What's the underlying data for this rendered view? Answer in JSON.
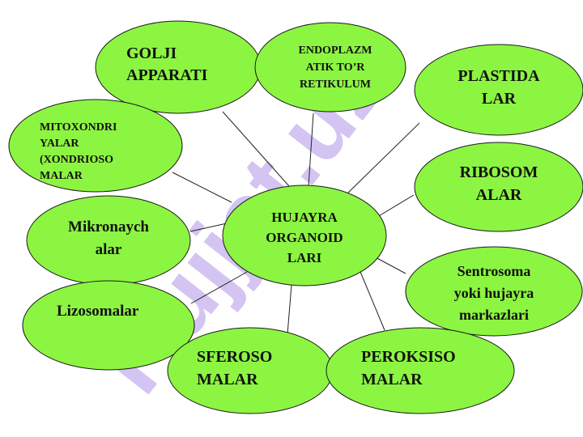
{
  "colors": {
    "node_fill": "#8cf542",
    "node_stroke": "#1a1a1a",
    "connector": "#222222",
    "watermark": "#d4c4f2"
  },
  "watermark": {
    "text": "Hujjat.uz",
    "color": "#d4c4f2"
  },
  "center": {
    "lines": [
      "HUJAYRA",
      "ORGANOID",
      "LARI"
    ]
  },
  "nodes": [
    {
      "id": "golji",
      "lines": [
        "GOLJI",
        "APPARATI"
      ]
    },
    {
      "id": "endoplazm",
      "lines": [
        "ENDOPLAZM",
        "ATIK TO’R",
        "RETIKULUM"
      ]
    },
    {
      "id": "plastida",
      "lines": [
        "PLASTIDA",
        "LAR"
      ]
    },
    {
      "id": "mitoxondri",
      "lines": [
        "MITOXONDRI",
        "YALAR",
        "(XONDRIOSO",
        "MALAR"
      ]
    },
    {
      "id": "ribosom",
      "lines": [
        "RIBOSOM",
        "ALAR"
      ]
    },
    {
      "id": "mikronay",
      "lines": [
        "Mikronaych",
        "alar"
      ]
    },
    {
      "id": "sentrosoma",
      "lines": [
        "Sentrosoma",
        "yoki hujayra",
        "markazlari"
      ]
    },
    {
      "id": "lizosoma",
      "lines": [
        "Lizosomalar"
      ]
    },
    {
      "id": "sferoso",
      "lines": [
        "SFEROSO",
        "MALAR"
      ]
    },
    {
      "id": "peroksiso",
      "lines": [
        "PEROKSISO",
        "MALAR"
      ]
    }
  ]
}
